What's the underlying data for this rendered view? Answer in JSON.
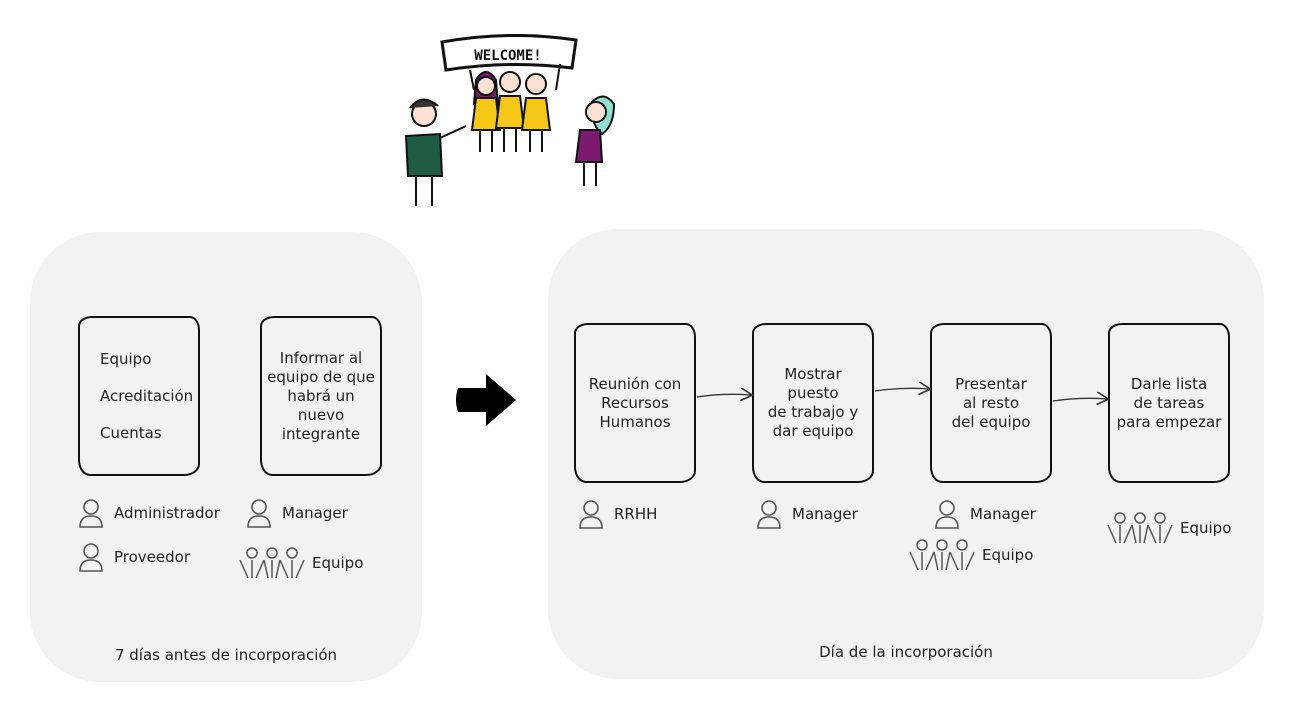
{
  "banner": {
    "text": "WELCOME!"
  },
  "left_panel": {
    "caption": "7 días antes de incorporación",
    "cards": [
      {
        "lines": [
          "Equipo",
          "Acreditación",
          "Cuentas"
        ]
      },
      {
        "lines": [
          "Informar al",
          "equipo de que",
          "habrá un",
          "nuevo",
          "integrante"
        ]
      }
    ],
    "roles": {
      "col1": [
        "Administrador",
        "Proveedor"
      ],
      "col2_person": "Manager",
      "col2_group": "Equipo"
    }
  },
  "right_panel": {
    "caption": "Día de la incorporación",
    "steps": [
      {
        "lines": [
          "Reunión con",
          "Recursos",
          "Humanos"
        ],
        "person": "RRHH"
      },
      {
        "lines": [
          "Mostrar",
          "puesto",
          "de trabajo y",
          "dar equipo"
        ],
        "person": "Manager"
      },
      {
        "lines": [
          "Presentar",
          "al resto",
          "del equipo"
        ],
        "person": "Manager",
        "group": "Equipo"
      },
      {
        "lines": [
          "Darle lista",
          "de tareas",
          "para empezar"
        ],
        "group": "Equipo"
      }
    ]
  },
  "colors": {
    "panel": "#f2f2f2",
    "stroke": "#111111",
    "people_yellow": "#f5c518",
    "people_purple": "#7b1a6e",
    "people_green": "#1f5a45",
    "hair_teal": "#8fe0d0"
  }
}
